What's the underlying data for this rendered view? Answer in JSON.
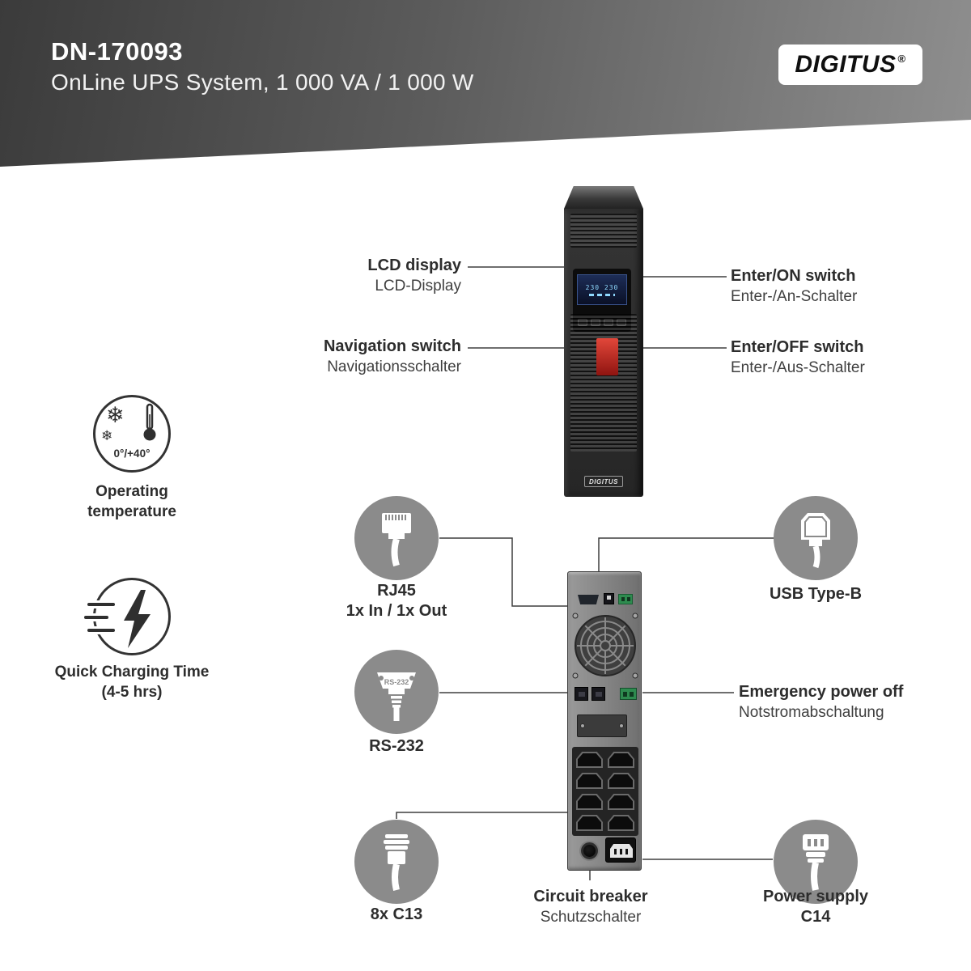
{
  "header": {
    "model": "DN-170093",
    "subtitle": "OnLine UPS System, 1 000 VA / 1 000 W",
    "brand": "DIGITUS",
    "registered": "®"
  },
  "features": {
    "temperature": {
      "snowflake": "❄",
      "range": "0°/+40°",
      "label1": "Operating",
      "label2": "temperature"
    },
    "charging": {
      "label1": "Quick Charging Time",
      "label2": "(4-5 hrs)"
    }
  },
  "callouts": {
    "lcd": {
      "en": "LCD display",
      "de": "LCD-Display"
    },
    "navigation": {
      "en": "Navigation switch",
      "de": "Navigationsschalter"
    },
    "enter_on": {
      "en": "Enter/ON switch",
      "de": "Enter-/An-Schalter"
    },
    "enter_off": {
      "en": "Enter/OFF switch",
      "de": "Enter-/Aus-Schalter"
    },
    "rj45": {
      "title": "RJ45",
      "sub": "1x In / 1x Out"
    },
    "usb": {
      "title": "USB Type-B"
    },
    "rs232": {
      "title": "RS-232"
    },
    "epo": {
      "en": "Emergency power off",
      "de": "Notstromabschaltung"
    },
    "c13": {
      "title": "8x C13"
    },
    "breaker": {
      "en": "Circuit breaker",
      "de": "Schutzschalter"
    },
    "power_supply": {
      "en": "Power supply",
      "de": "C14"
    }
  },
  "device": {
    "front_logo": "DIGITUS",
    "lcd_text": "230  230",
    "rs232_connector_label": "RS-232"
  },
  "colors": {
    "accent_red": "#d6362b",
    "icon_circle_gray": "#8b8b8b",
    "epo_green": "#2e8b4f",
    "banner_dark": "#3b3b3b",
    "banner_light": "#8f8f8f"
  }
}
